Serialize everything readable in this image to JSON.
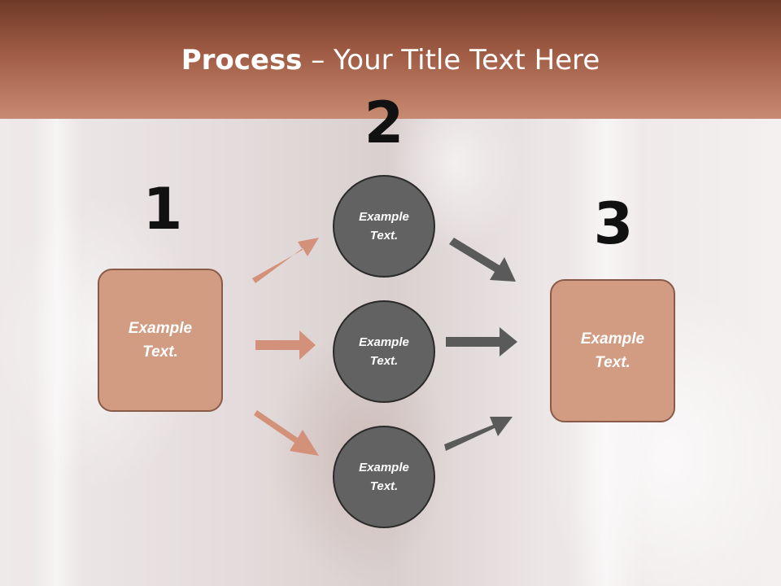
{
  "slide": {
    "title_bold": "Process",
    "title_rest": " – Your Title Text Here"
  },
  "steps": [
    {
      "number": "1",
      "text": "Example Text."
    },
    {
      "number": "2",
      "items": [
        "Example Text.",
        "Example Text.",
        "Example Text."
      ]
    },
    {
      "number": "3",
      "text": "Example Text."
    }
  ],
  "colors": {
    "header_band": "#a05c45",
    "box_fill": "#d29c83",
    "circle_fill": "#626262",
    "arrow_salmon": "#d4917a",
    "arrow_gray": "#5a5a5a"
  }
}
